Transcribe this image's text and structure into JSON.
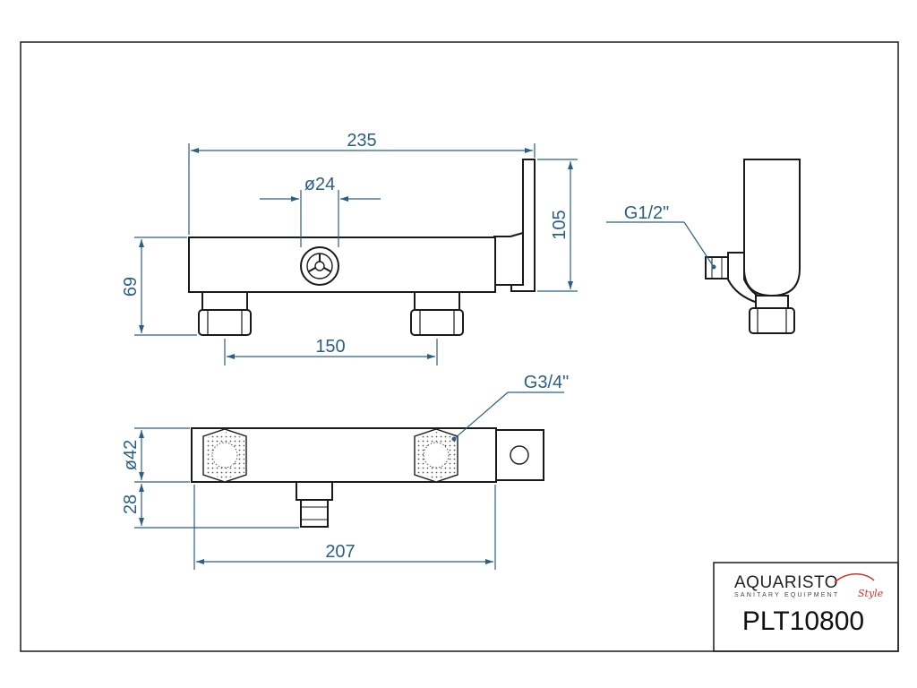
{
  "drawing": {
    "dimensions": {
      "overall_length": "235",
      "button_diameter": "ø24",
      "body_height": "69",
      "handle_height": "105",
      "inlet_spacing": "150",
      "body_diameter": "ø42",
      "outlet_length": "28",
      "body_length": "207"
    },
    "threads": {
      "outlet": "G1/2\"",
      "inlet": "G3/4\""
    }
  },
  "title_block": {
    "brand": "AQUARISTO",
    "brand_tagline": "SANITARY EQUIPMENT",
    "brand_script": "Style",
    "product_code": "PLT10800"
  }
}
